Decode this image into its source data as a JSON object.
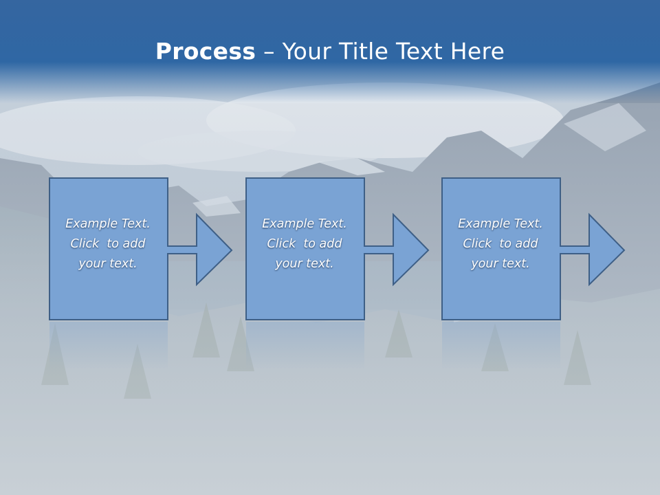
{
  "title": {
    "bold": "Process",
    "rest": " – Your Title Text Here"
  },
  "steps": [
    {
      "lines": [
        "Example Text.",
        "Click  to add",
        "your text."
      ]
    },
    {
      "lines": [
        "Example Text.",
        "Click  to add",
        "your text."
      ]
    },
    {
      "lines": [
        "Example Text.",
        "Click  to add",
        "your text."
      ]
    }
  ],
  "colors": {
    "title_band": "#2f67a4",
    "box_fill": "#7aa3d4",
    "box_stroke": "#3e5f86"
  }
}
